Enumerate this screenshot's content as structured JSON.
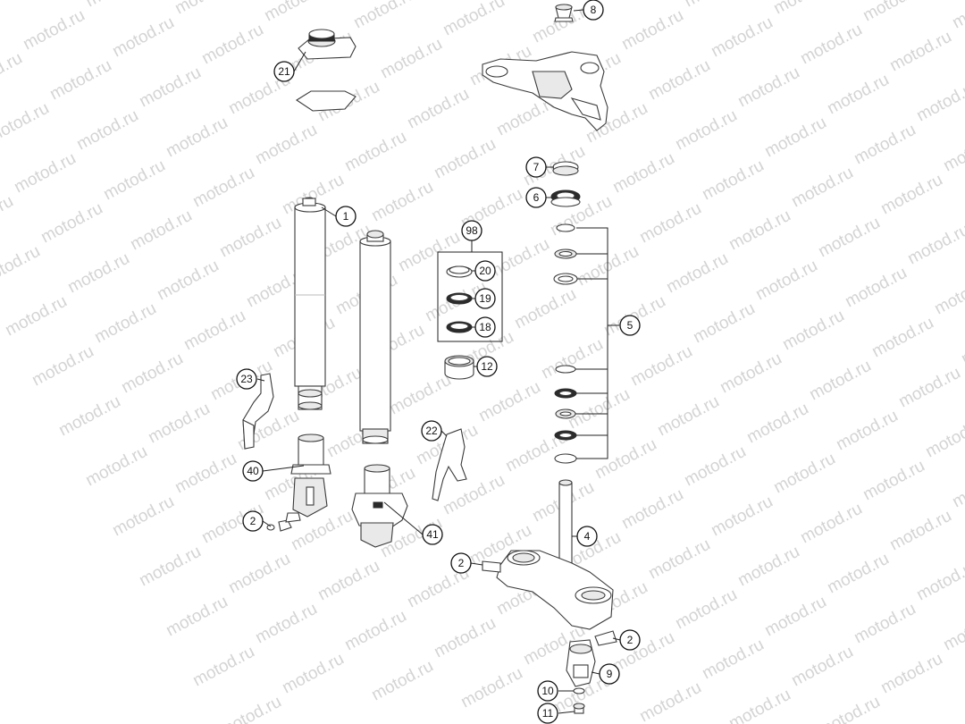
{
  "watermark": {
    "text": "motod.ru",
    "color": "#d4d4d4"
  },
  "callouts": [
    {
      "id": "c8",
      "label": "8"
    },
    {
      "id": "c21",
      "label": "21"
    },
    {
      "id": "c7",
      "label": "7"
    },
    {
      "id": "c6",
      "label": "6"
    },
    {
      "id": "c1",
      "label": "1"
    },
    {
      "id": "c98",
      "label": "98"
    },
    {
      "id": "c20",
      "label": "20"
    },
    {
      "id": "c19",
      "label": "19"
    },
    {
      "id": "c18",
      "label": "18"
    },
    {
      "id": "c12",
      "label": "12"
    },
    {
      "id": "c5",
      "label": "5"
    },
    {
      "id": "c23",
      "label": "23"
    },
    {
      "id": "c22",
      "label": "22"
    },
    {
      "id": "c40",
      "label": "40"
    },
    {
      "id": "c2a",
      "label": "2"
    },
    {
      "id": "c41",
      "label": "41"
    },
    {
      "id": "c4",
      "label": "4"
    },
    {
      "id": "c2b",
      "label": "2"
    },
    {
      "id": "c2c",
      "label": "2"
    },
    {
      "id": "c9",
      "label": "9"
    },
    {
      "id": "c10",
      "label": "10"
    },
    {
      "id": "c11",
      "label": "11"
    }
  ]
}
